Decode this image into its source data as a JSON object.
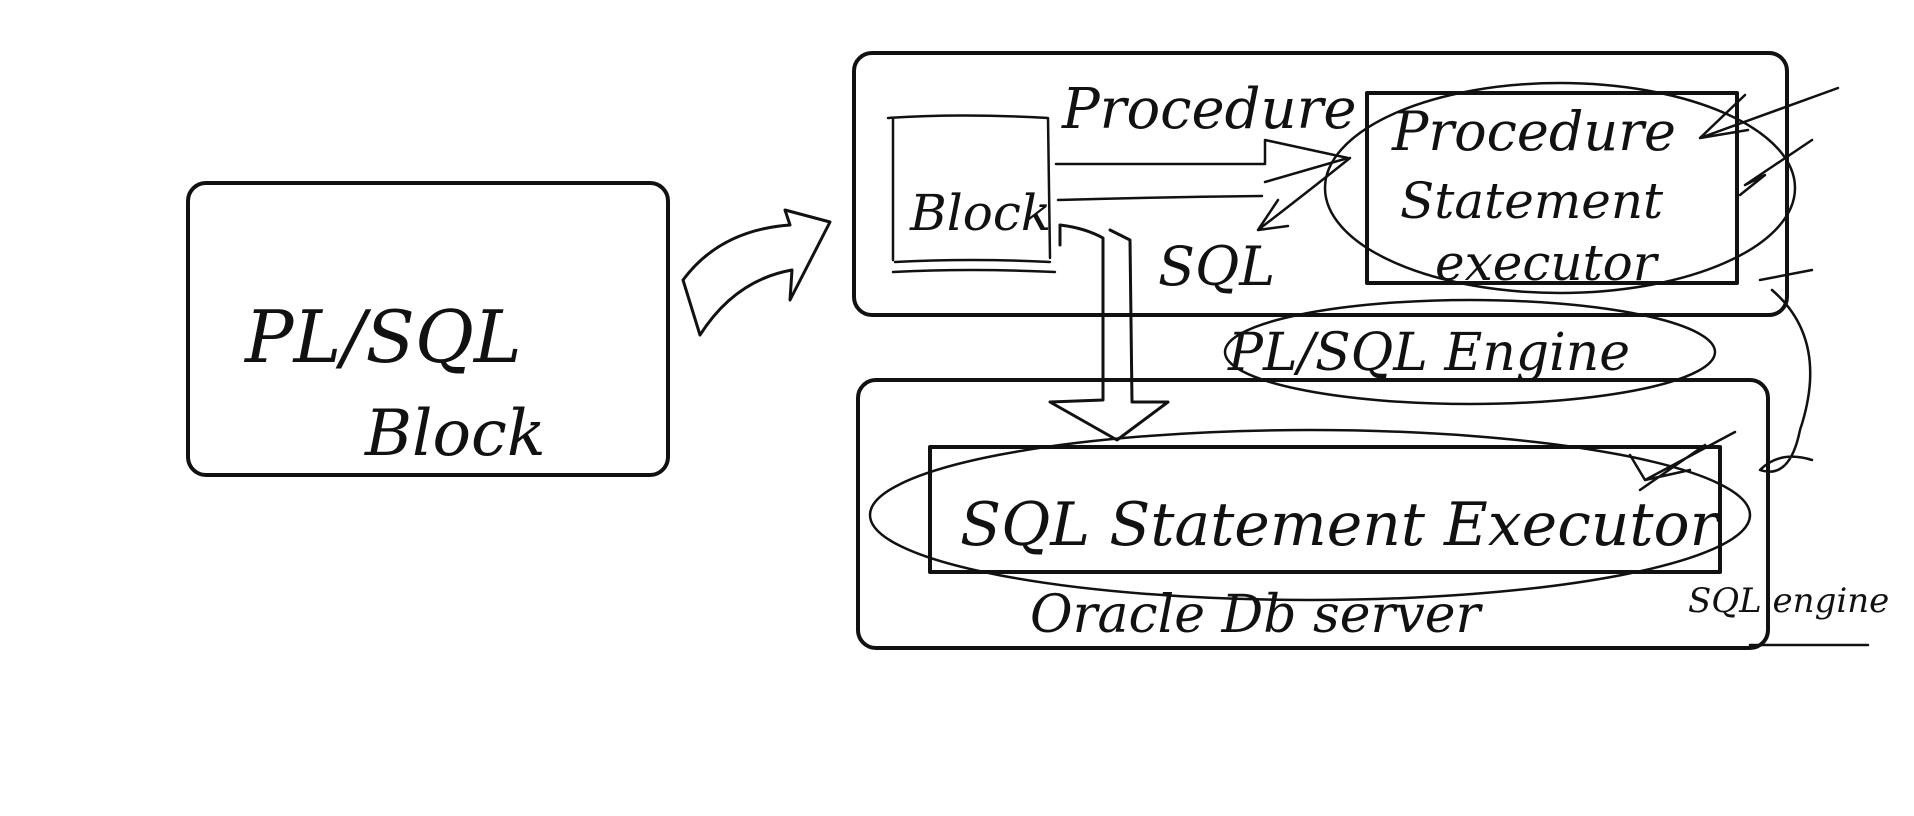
{
  "diagram": {
    "ink_color": "#111111",
    "background": "#ffffff",
    "labels": {
      "plsql_block": [
        "PL/SQL",
        "Block"
      ],
      "procedure": "Procedure",
      "block": "Block",
      "sql": "SQL",
      "procedure_statement_executor": [
        "Procedure",
        "Statement",
        "executor"
      ],
      "plsql_engine": "PL/SQL Engine",
      "sql_statement_executor": "SQL Statement Executor",
      "oracle_db_server": "Oracle Db server",
      "sql_engine": "SQL engine"
    }
  }
}
